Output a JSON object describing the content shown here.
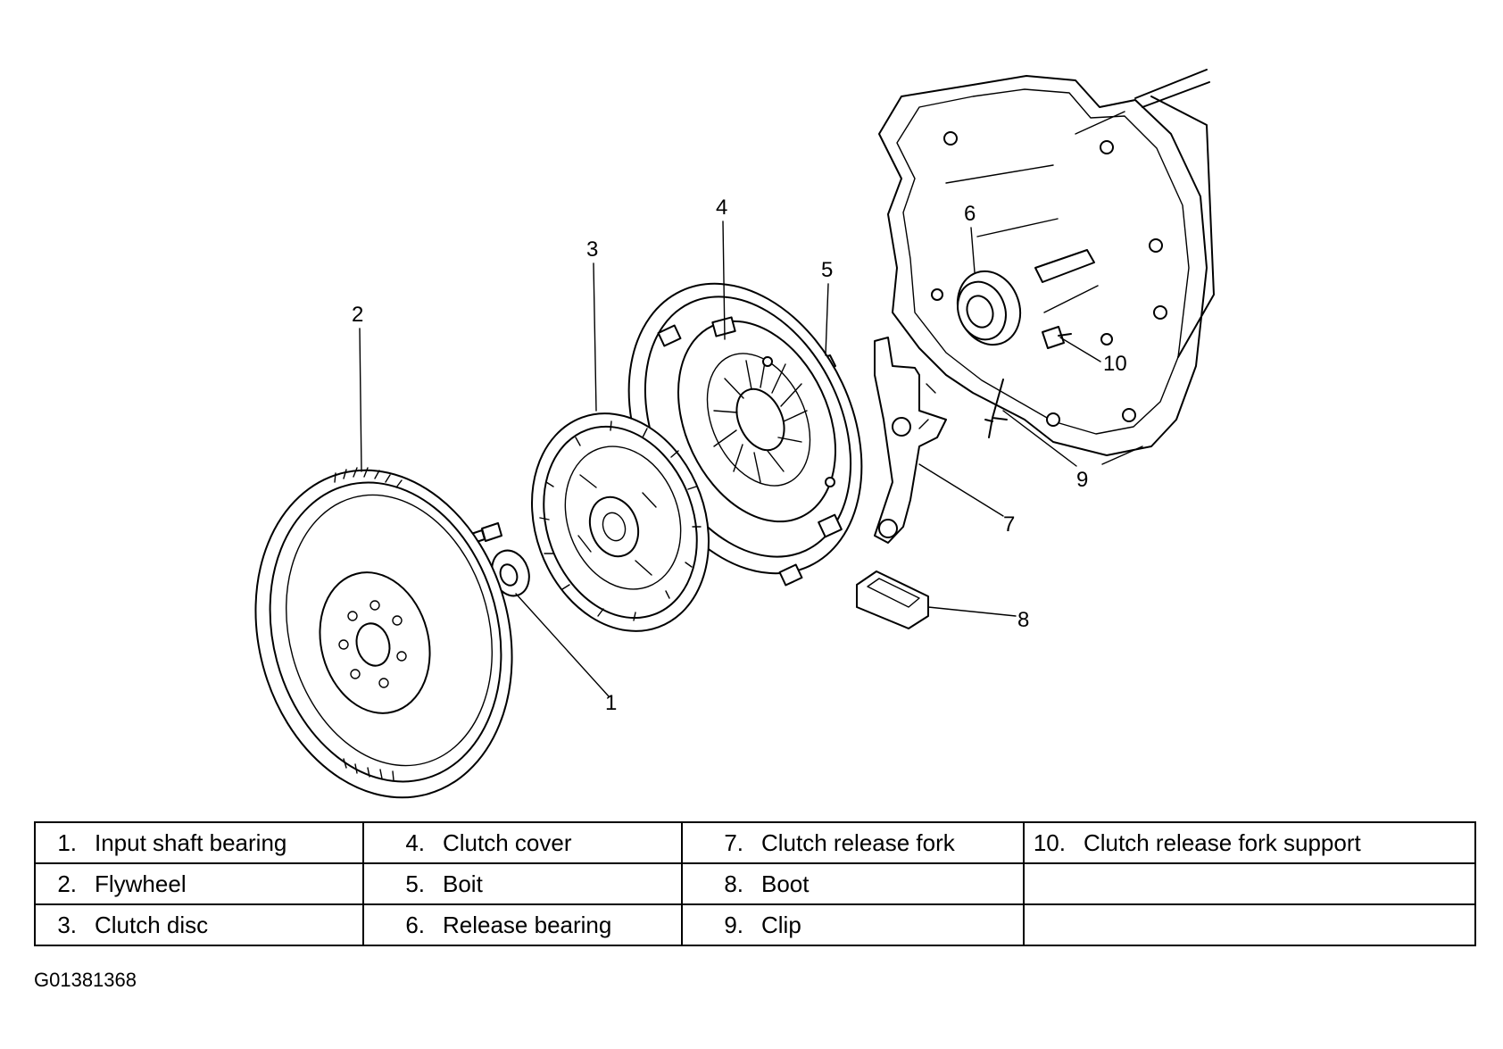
{
  "callouts": [
    "1",
    "2",
    "3",
    "4",
    "5",
    "6",
    "7",
    "8",
    "9",
    "10"
  ],
  "legend": {
    "rows": [
      [
        {
          "num": "1.",
          "label": "Input shaft bearing"
        },
        {
          "num": "4.",
          "label": "Clutch cover"
        },
        {
          "num": "7.",
          "label": "Clutch release fork"
        },
        {
          "num": "10.",
          "label": "Clutch release fork support"
        }
      ],
      [
        {
          "num": "2.",
          "label": "Flywheel"
        },
        {
          "num": "5.",
          "label": "Boit"
        },
        {
          "num": "8.",
          "label": "Boot"
        },
        {
          "num": "",
          "label": ""
        }
      ],
      [
        {
          "num": "3.",
          "label": "Clutch disc"
        },
        {
          "num": "6.",
          "label": "Release bearing"
        },
        {
          "num": "9.",
          "label": "Clip"
        },
        {
          "num": "",
          "label": ""
        }
      ]
    ]
  },
  "figure_id": "G01381368"
}
